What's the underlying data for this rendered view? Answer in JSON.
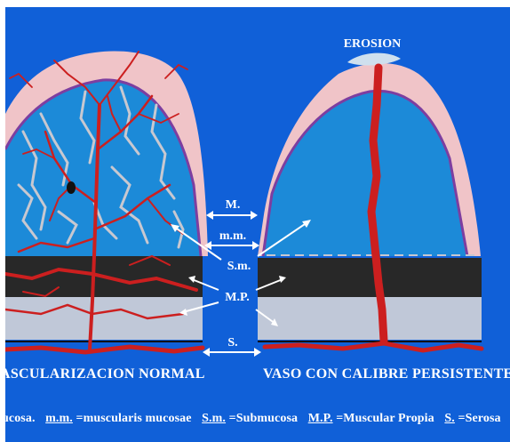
{
  "labels": {
    "erosion": "EROSION",
    "mucosa_abbr": "M.",
    "muscularis_mucosae_abbr": "m.m.",
    "submucosa_abbr": "S.m.",
    "muscular_propia_abbr": "M.P.",
    "serosa_abbr": "S."
  },
  "captions": {
    "left": "ASCULARIZACION NORMAL",
    "right": "VASO CON CALIBRE PERSISTENTE"
  },
  "legend": [
    {
      "abbr": "",
      "text": "ucosa."
    },
    {
      "abbr": "m.m.",
      "text": "=muscularis mucosae"
    },
    {
      "abbr": "S.m.",
      "text": "=Submucosa"
    },
    {
      "abbr": "M.P.",
      "text": "=Muscular Propia"
    },
    {
      "abbr": "S.",
      "text": "=Serosa"
    }
  ],
  "colors": {
    "background": "#1060d8",
    "mucosa": "#f0c4c8",
    "submucosa": "#1c8ad8",
    "muscularis_mucosae_line": "#7d3ea0",
    "muscular_propia_dark": "#282828",
    "muscular_propia_light": "#c0c8d8",
    "vessel": "#cc1f1f",
    "vessel_pale": "#c8c8d0",
    "erosion_cap": "#cfe0ee"
  }
}
